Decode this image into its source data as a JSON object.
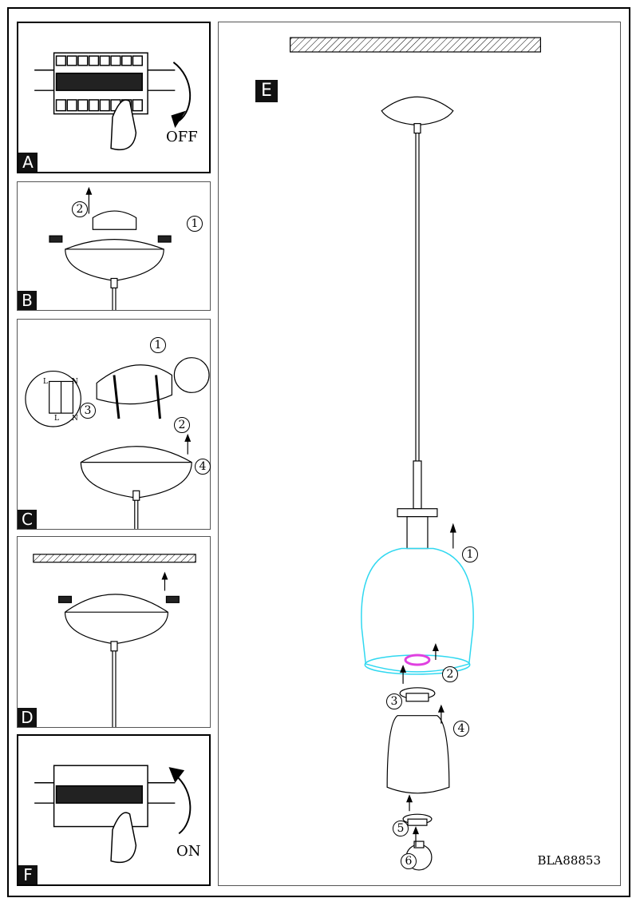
{
  "panels": {
    "a": {
      "letter": "A",
      "state_label": "OFF"
    },
    "b": {
      "letter": "B",
      "steps": [
        "1",
        "2"
      ]
    },
    "c": {
      "letter": "C",
      "steps": [
        "1",
        "2",
        "3",
        "4"
      ],
      "terminal_top": [
        "L",
        "N"
      ],
      "terminal_bottom": [
        "L",
        "N"
      ]
    },
    "d": {
      "letter": "D"
    },
    "e": {
      "letter": "E",
      "steps": [
        "1",
        "2",
        "3",
        "4",
        "5",
        "6"
      ]
    },
    "f": {
      "letter": "F",
      "state_label": "ON"
    }
  },
  "document": {
    "model_code": "BLA88853"
  },
  "colors": {
    "outer_shade": "#30d8f0",
    "ring": "#e040e0",
    "line": "#000000"
  }
}
